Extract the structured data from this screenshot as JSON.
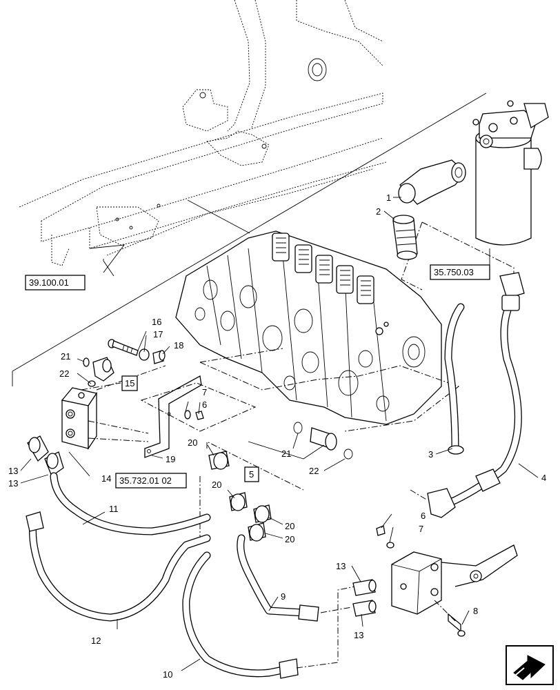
{
  "callouts": {
    "c1": "1",
    "c2": "2",
    "c3": "3",
    "c4": "4",
    "c5": "5",
    "c6a": "6",
    "c6b": "6",
    "c7a": "7",
    "c7b": "7",
    "c8": "8",
    "c9": "9",
    "c10": "10",
    "c11": "11",
    "c12": "12",
    "c13a": "13",
    "c13b": "13",
    "c13c": "13",
    "c13d": "13",
    "c14": "14",
    "c15": "15",
    "c16": "16",
    "c17": "17",
    "c18": "18",
    "c19": "19",
    "c20a": "20",
    "c20b": "20",
    "c20c": "20",
    "c20d": "20",
    "c21a": "21",
    "c21b": "21",
    "c22a": "22",
    "c22b": "22"
  },
  "references": {
    "ref_frame": "39.100.01",
    "ref_filter": "35.750.03",
    "ref_block": "35.732.01 02"
  },
  "icons": {
    "nav": "next-page-arrow-icon"
  }
}
